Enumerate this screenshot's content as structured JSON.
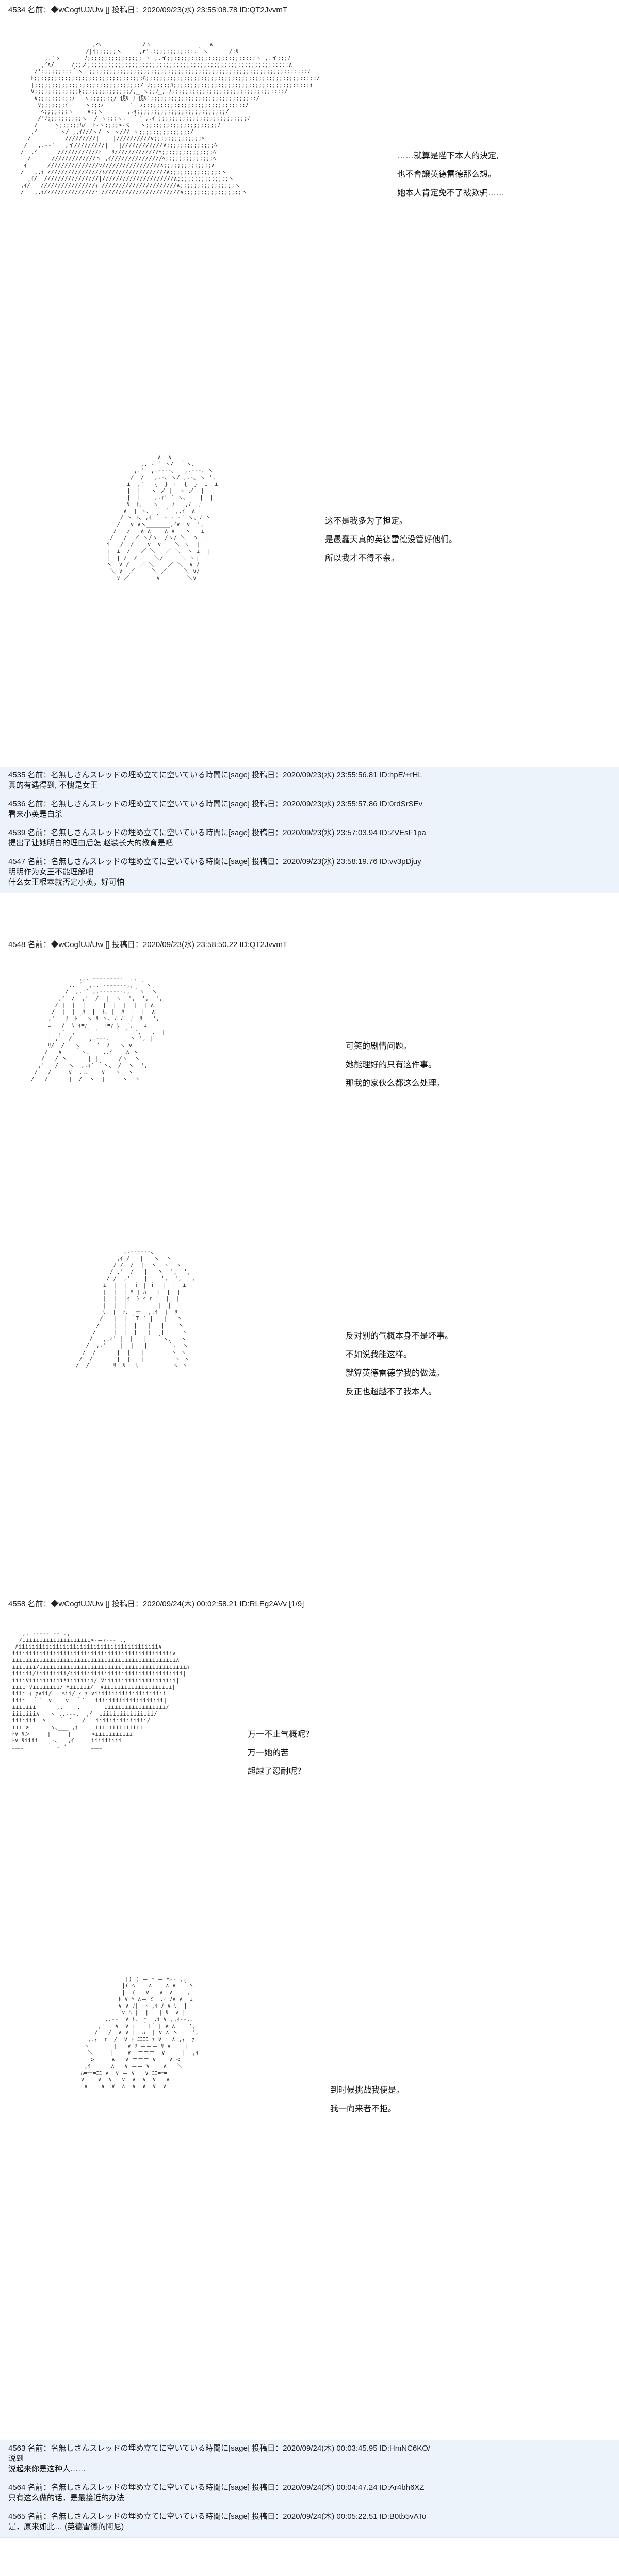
{
  "posts": [
    {
      "header": "4534 名前：◆wCogfUJ/Uw [] 投稿日：2020/09/23(水) 23:55:08.78 ID:QT2JvvmT",
      "art_top": "                     ,ヘ            /ヽ                 ∧\n                   /|j;;;;;;ヽ     ,r'.:;;;;;;;;;::.｀ヽ      /:ﾘ\n       ,.'ゝ       ﾉ;;;;;;;;;;;;;;;; ヽ_,.イ;;;;;;;;;;;;;;;;;;;;;:::::ヽ_,.イ;;;ﾉ\n      ,ｲ∧/     /;;ノ;;;;;;;;;;;;;;;;;;;;;;;;;;;;;;;;;;;;;;;;;;;;;;;;;;;;;::::::∧\n    /':;;;;;:::｀ヽ／;;;;;;;;;;;;;;;;;;;;;;;;;;;;;;;;;;;;;;;;;;;;;;;;;;;;;;;;;:::::::ﾉ\n   ﾄ;;;;;;;;;;;;;;;;;;;;;;;;;;;;;;;;ﾊ;;;;;;;;;;;;;;;;;;;;;;;;;;;;;;;;;;;;;;;;;;;;;;::::/\n   |;;;;;;;;;;;;;;;;;;;;;;;;;;;;;;;/ ﾘ;;;;;;ﾊ;;;;;;;;;;;;;;;;;;;;;;;;;;;;;;;;;;;:::::ｲ\n   V;;;;;;;;;;;;;ﾄ;;;;;;;;;;;;;;/,_ ヽ;;ﾉ_,.ﾉ;;;;;;;;;;;;;;;;;;;;;;;;;;;;;::::/\n    ∨;;;;;;;;;;ﾉ ｀ヽ;;;;;;;/ 伐ﾘ ﾘ 伐ﾘ';;;;;;;;;;;;;;;;;;;;;;;;;;;;;::/\n     ∨;;;;;;;ｲ     ヽ;;;ﾉ  ｀'   '  ﾉ;;;;;;;;;;;;;;;;;;;;;;;;;;;:::ﾉ\n      ﾍ;;;;;;;ヽ    ∧;;ヽ   _   ,.ｲ;;;;;;;;;;;;;;;;;;;;;;;;;;/\n     /'ﾉ;;;;;;;;;;ヽ  / ヽ;;;ヽ.  ｀´ ,.ｲ ;;;;;;;;;;;;;;;;;;;;;;;;;;ﾉ\n    /   ｀ヽ;;;;;;ﾊ/  ﾄ-ヽ;;;;>-く ｀ヽ;;;;;;;;;;;;;;;;;;;;;ﾉ\n   ,ｲ     ｀ヽ/ ,.ｲ///ヽ/ ヽ ヽ/// ヽ;;;;;;;;;;;;;;;/\n  /          /////////|    |//////////∨;;;;;;;;;;;;;;ﾍ\n /   ,.-‐'   ,イ/////////|   |////////////∨;;;;;;;;;;;;;;ﾍ\n/  ,ｲ      ////////////ﾄ   ﾘ/////////////ﾍ;;;;;;;;;;;;;;;ﾍ\n  /      /////////////ヽ ,ｲ///////////////ﾍ;;;;;;;;;;;;;;ﾍ\n ｲ      ///////////////∨/////////////////∧;;;;;;;;;;;;;;∧\n/   ,.ｲ ////////////////ﾄ//////////////////∧;;;;;;;;;;;;;;;ヽ\n  ,ｲ/  ////////////////|/////////////////////∧;;;;;;;;;;;;;;;ヽ\n,ｲ/   ////////////////ｨ|//////////////////////∧;;;;;;;;;;;;;;;;ヽ\n/   ,.ｲ///////////////ﾄ|///////////////////////∧;;;;;;;;;;;;;;;;;ヽ",
      "lines_top": [
        "……就算是陛下本人的決定,",
        "也不會讓英德雷德那么想。",
        "她本人肯定免不了被欺骗……"
      ],
      "art_bottom": "                      ∧  ∧\n                 ,. ‐'´ ヽ/  ｀ヽ､\n               ,.'  ,.-‐‐-､   ,.-‐-､ ヽ\n              /  /   ,.-､ ヽ/ ,.-､ ヽ ',\n             i  ,'   {  } ｉ  {  }  i  i\n             |  |   ヽ_ノ |  ヽ_ノ  |  |\n             |  |    ,.ｨ' ´ ヽ､    |  |\n             ﾘ  ﾄ､   ヽ    ﾉ   ,ﾉ  ﾘ\n            ∧  | ヽ､  ｀ ´  ,.ｲ  ∧\n           / ヽ ﾄ､ ,ｲ ｀ ‐ - ‐´ ヽ、ﾉ ヽ\n          /   ∨ ∨ヽ_______,ｲ∨  ∨  ',\n         /   /   ∧ ∧    ∧ ∧   ヽ   i\n        /   /  ／ ヽ/ヽ  /ヽ/ ＼  ヽ  |\n       i   /  /    ∨  ∨    ＼ ヽ  |\n       |  i  /   ／ ＼   ／ ＼  ヽ i  |\n       |  | /  /     ＼/     ＼ ヽ|  |\n       ヽ  ∨ /   ／ ＼    ／ ＼  ∨ ﾉ\n        ＼ ∨  ／     ＼ ／     ＼ ∨/\n          ∨ ／        ∨        ＼∨",
      "lines_bottom": [
        "这不是我多为了担定。",
        "是愚蠢天真的英德雷德没管好他们。",
        "所以我才不得不亲。"
      ]
    },
    {
      "header": "4548 名前：◆wCogfUJ/Uw [] 投稿日：2020/09/23(水) 23:58:50.22 ID:QT2JvvmT",
      "art_top": "              ,.. -‐‐‐‐‐‐‐-  .,\n           ,.'´  ,.. -‐‐‐‐‐-.,  ｀ヽ\n          /  ,.'´ ,.-‐‐‐‐‐-., ｀ヽ  ヽ\n        ,ｲ  /  ,'  /  |  ヽ  ',  ',  ',\n       / |  |  |  |  |  |  |  |  | ∧\n      /  |  |  ﾊ  |  ﾄ､ |  ﾊ  |  |  ∧\n     ,'   ﾘ  ﾄ｀ ヽ ﾘ ヽ､ ﾉ ﾉ´ ﾘ  ﾘ   ',\n     i   /  ﾘ ｨ=ｧ     ｨ=ｧ ﾘ  ',   i\n     |  ,'  ,'  ｀ ´     ｀ ´  ',  ',  |\n     | ,'  /     ,.-‐-.      ヽ ', |\n     ﾘ/  /   ヽ  ｀ ´  ﾉ   ヽ ∨\n    /   ∧    ｀ヽ、__ ,.ｲ    ∧ ヽ\n   /   / ヽ      | |      /ヽ  ヽ\n  ,'   /   ヽ  ,.ｨ´ ｀ヽ、 /  ヽ  ',\n /   /     ∨  ,.、   ∨   ヽ  ヽ\n/   /      |  /  ヽ  |     ヽ  ヽ",
      "lines_top": [
        "可笑的剧情问题。",
        "她能理好的只有这件事。",
        "那我的家伙么都这么处理。"
      ],
      "art_bottom": "               ,.-‐‐‐--、\n             ,ｲ /   |   ヽ  ヽ\n            / /  /  |  ヽ  ヽ  ヽ\n           / ,'  /   |   ヽ  ',  ',\n          / /  ,'    |    ',  ',  ',\n         i  |  |  ｉ | ｉ  |  |  i\n         |  |  | ﾊ | ﾊ   |  |  |\n         |  |  |ｨ= ｼ ｨ=ｧ |  |  |\n         |  |  |         |  |  |\n         ﾘ  |  ﾄ､  ー  ,.ｲ  |  ﾘ\n        /   |  | ｀T ´ |   |   ヽ\n       /    |  |  |   |   |    ヽ\n      /     |  |  |   |   |     ヽ\n     /   ,.ｨ´ |  |   |   ｀ヽ、  ヽ\n    /  ,.'    |  |   |      ｀、 ヽ\n   /  /      |  |   |        ヽ ヽ\n  /  /       |  |   |         ヽ ヽ\n /  /       ﾘ  ﾘ   ﾘ          ヽ ヽ",
      "lines_bottom": [
        "反对别的气概本身不是坏事。",
        "不如说我能这样。",
        "就算英德雷德学我的做法。",
        "反正也超越不了我本人。"
      ]
    },
    {
      "header": "4558 名前：◆wCogfUJ/Uw [] 投稿日：2020/09/24(木) 00:02:58.21 ID:RLEg2AVv [1/9]",
      "art_top": "     ,. -‐‐‐‐ ‐- .,\n    /iiiiiiiiiiiiiiiiiiii>‐＝ｧ‐‐- .,\n   ﾊiiiiiiiiiiiiiiiiiiiiiiiiiiiiiiiiiiiiiiiii∧\n  iiiiiiiiiiiiiiiiiiiiiiiiiiiiiiiiiiiiiiiiiiiiiii∧\n  iiiiiiiiiiiiiiiiiiiiiiiiiiiiiiiiiiiiiiiiiiiiiiii∧\n  iiiiiii/iiiiiiiiiiiiiiiiiiiiiiiiiiiiiiiiiiiiiiiiiiiﾊ\n  iiiiii/iiiiiiiii/iiiiiiiiiiiiiiiiiiiiiiiiiiiiiiiii|\n  iiii∨iiiiiiiiii∧iiiiiiii/ ∨iiiiiiiiiiiiiiiiiiiii|\n  iiii ∨iiiiiiii/ ﾍiiiiii/  ∨iiiiiiiiiiiiiiiiiiii|\n  iiii ｨ=ｧ∨ii/   ﾍii/ ｨ=ｧ ∨iiiiiiiiiiiiiiiiiiiii|\n  iiii  ｀´  ∨    ∨  ｀´   iiiiiiiiiiiiiiiiiiii|\n  iiiiiii      ,.    ,       iiiiiiiiiiiiiiiiii/\n  iiiiiii∧   ヽ ,.-‐-.  ,ｲ  iiiiiiiiiiiiiiii/\n  iiiiiii  ﾍ    ｀ ´   /   iiiiiiiiiiiiiii/\n  iiii>      ヽ､___ ,ｲ     iiiiiiiiiiiiii\n  ﾄ∨ ﾘ＞     |     |      >iiiiiiiiiii\n  ﾄ∨ ﾘiiii    ﾄ､   ,ｲ     iiiiiiiii\n  ﾆﾆﾆﾆ       ｀ ‐ ´       ﾆﾆﾆﾆ",
      "lines_top": [
        "万一不止气概呢？",
        "万一她的苦",
        "超越了忍耐呢？"
      ],
      "art_bottom": "              |) ( ＝ ｰ ＝ ﾍ-- ,.\n             |( ﾍ    ∧    ∧ ∧  ｀ヽ\n             |  (   ∨   ∨  ∧   ',\n            ﾄ ∨ ﾍ ∧＝ ﾐ  ,ｨ ﾉ∧ ∧  i\n            ∨ ∨ ﾘ|  ﾄ ,ｲ ﾉ ∨ ﾘ  |\n             ∨ ﾊ |  |   | ﾘ  ∨ |\n        ,.-‐  ∨ ﾄ、 ｰ  ,ｲ ∨ ,.ｨ‐-.、\n      ,'   ∧  ∨ |  ｀T´ | ∨ ∧    ',\n     /   /  ∧ ∨ |  ﾊ  | ∨ ∧ ヽ    ',\n   ,.ｨ==ｧ  /  ∨ ﾄ=ﾆﾆﾆﾆ=ｧ ∨   ∧ ,ｨ==ｧ\n  ヽ       |   ∨ ﾘ ＝＝＝ ﾘ ∨    |\n   ＼     |    ∨  ＝＝＝  ∨     |  ,ｲ\n    >     ∧   ∨ ＝＝＝ ∨    ∧ <\n  ,ｲ      ∧   ∨ ＝＝ ∨    ∧   ＼\n ﾊ=ｰｰ=ﾆﾆ ∨  ∨ ＝ ∨   ∨ ﾆﾆ=ｰ=\n ∨    ∨  ∧   ∨  ∨  ∧  ∨   ∨\n  ∨    ∨  ∨  ∧  ∧  ∨  ∨  ∨",
      "lines_bottom": [
        "到时候挑战我便是。",
        "我一向来者不拒。"
      ]
    }
  ],
  "res_block_1": [
    {
      "header": "4535 名前：名無しさんスレッドの埋め立てに空いている時間に[sage] 投稿日：2020/09/23(水) 23:55:56.81 ID:hpE/+rHL",
      "body": "真的有遇得到, 不愧是女王"
    },
    {
      "header": "4536 名前：名無しさんスレッドの埋め立てに空いている時間に[sage] 投稿日：2020/09/23(水) 23:55:57.86 ID:0rdSrSEv",
      "body": "看来小英是白杀"
    },
    {
      "header": "4539 名前：名無しさんスレッドの埋め立てに空いている時間に[sage] 投稿日：2020/09/23(水) 23:57:03.94 ID:ZVEsF1pa",
      "body": "提出了让她明白的理由后怎 赵装长大的教育是吧"
    },
    {
      "header": "4547 名前：名無しさんスレッドの埋め立てに空いている時間に[sage] 投稿日：2020/09/23(水) 23:58:19.76 ID:vv3pDjuy",
      "body": "明明作为女王不能理解吧\n什么女王根本就否定小英，好可怕"
    }
  ],
  "res_block_2": [
    {
      "header": "4563 名前：名無しさんスレッドの埋め立てに空いている時間に[sage] 投稿日：2020/09/24(木) 00:03:45.95 ID:HmNC6KO/",
      "body": "说到\n说起来你是这种人……"
    },
    {
      "header": "4564 名前：名無しさんスレッドの埋め立てに空いている時間に[sage] 投稿日：2020/09/24(木) 00:04:47.24 ID:Ar4bh6XZ",
      "body": "只有这么做的话，是最接近的办法"
    },
    {
      "header": "4565 名前：名無しさんスレッドの埋め立てに空いている時間に[sage] 投稿日：2020/09/24(木) 00:05:22.51 ID:B0tb5vATo",
      "body": "是，原来如此… (英德雷德的阿尼)"
    }
  ]
}
